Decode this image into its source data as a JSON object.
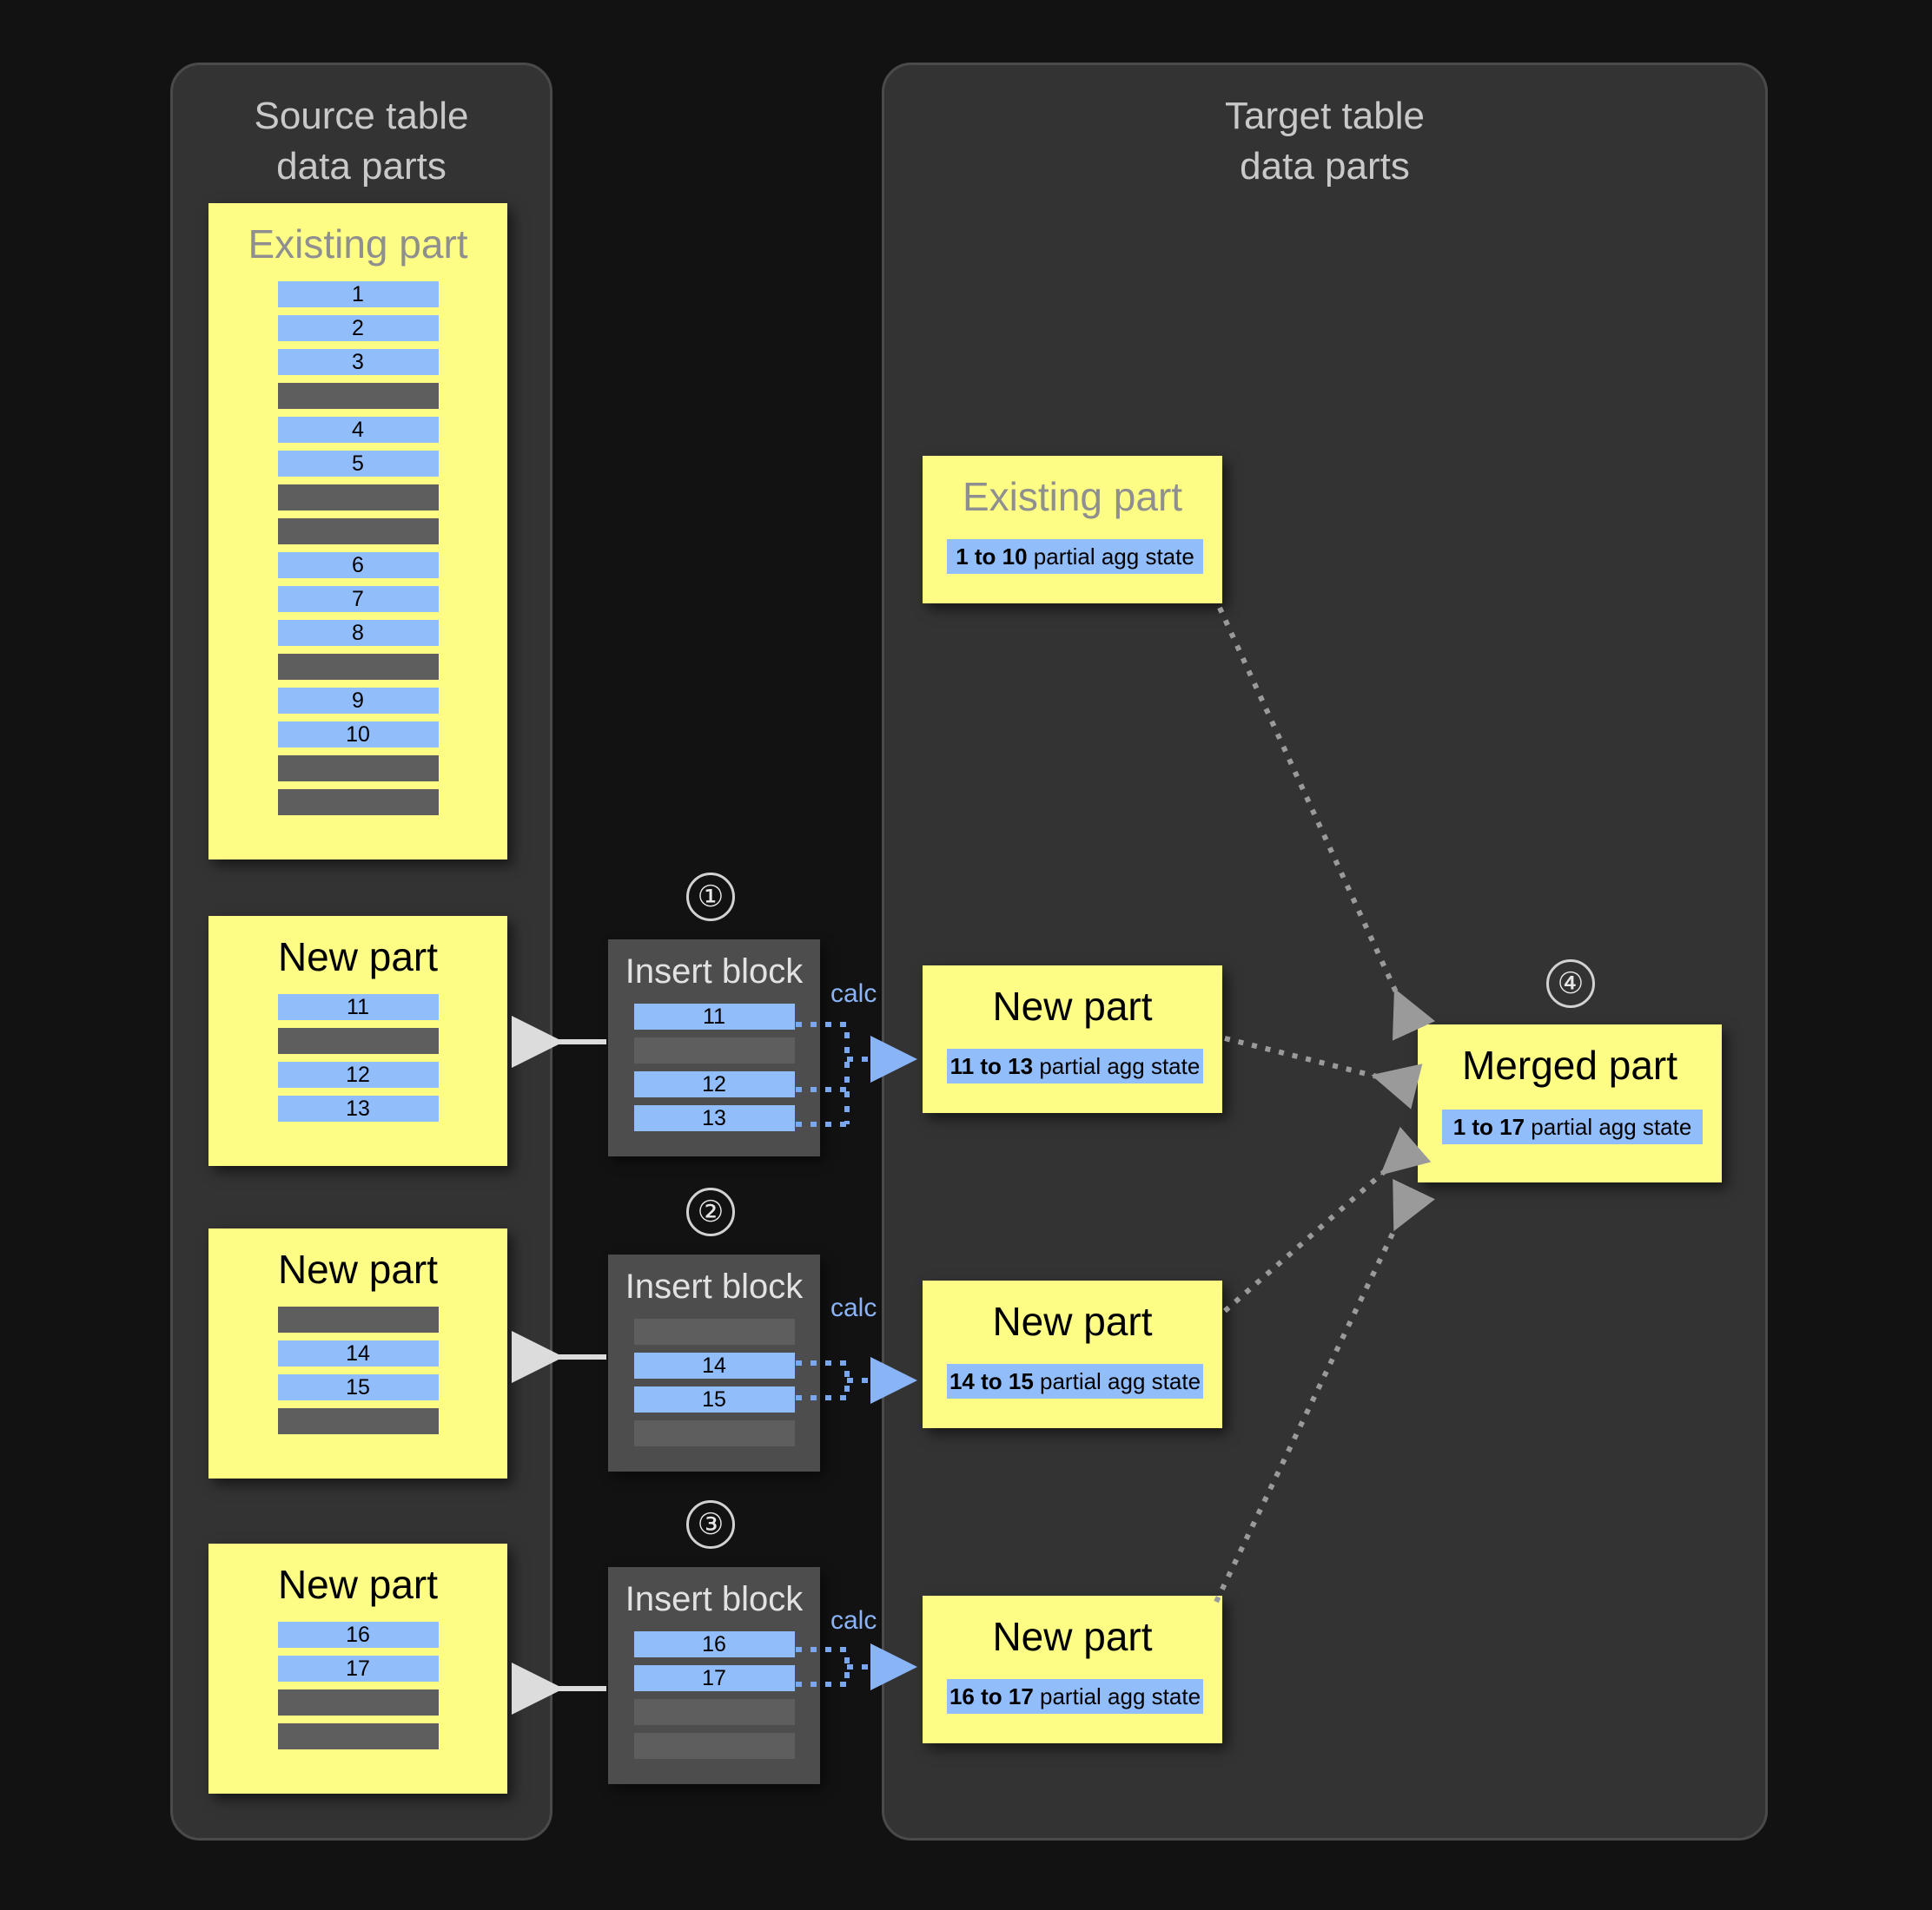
{
  "source_panel": {
    "title": "Source table\ndata parts",
    "existing_part": {
      "title": "Existing part",
      "rows": [
        "1",
        "2",
        "3",
        "",
        "4",
        "5",
        "",
        "",
        "6",
        "7",
        "8",
        "",
        "9",
        "10",
        "",
        ""
      ]
    },
    "new_parts": [
      {
        "title": "New part",
        "rows": [
          "11",
          "",
          "12",
          "13"
        ]
      },
      {
        "title": "New part",
        "rows": [
          "",
          "14",
          "15",
          ""
        ]
      },
      {
        "title": "New part",
        "rows": [
          "16",
          "17",
          "",
          ""
        ]
      }
    ]
  },
  "insert_blocks": [
    {
      "step": "①",
      "title": "Insert block",
      "rows": [
        "11",
        "",
        "12",
        "13"
      ],
      "calc_label": "calc"
    },
    {
      "step": "②",
      "title": "Insert block",
      "rows": [
        "",
        "14",
        "15",
        ""
      ],
      "calc_label": "calc"
    },
    {
      "step": "③",
      "title": "Insert block",
      "rows": [
        "16",
        "17",
        "",
        ""
      ],
      "calc_label": "calc"
    }
  ],
  "target_panel": {
    "title": "Target table\ndata parts",
    "existing_part": {
      "title": "Existing part",
      "agg_range": "1 to 10",
      "agg_suffix": "partial agg state"
    },
    "new_parts": [
      {
        "title": "New part",
        "agg_range": "11 to 13",
        "agg_suffix": "partial agg state"
      },
      {
        "title": "New part",
        "agg_range": "14 to 15",
        "agg_suffix": "partial agg state"
      },
      {
        "title": "New part",
        "agg_range": "16 to 17",
        "agg_suffix": "partial agg state"
      }
    ],
    "merged_part": {
      "step": "④",
      "title": "Merged part",
      "agg_range": "1 to 17",
      "agg_suffix": "partial agg state"
    }
  },
  "colors": {
    "background": "#121212",
    "panel": "#333333",
    "part_yellow": "#fdfd86",
    "row_blue": "#92bdfb",
    "row_gray": "#5e5e5e",
    "insert_block": "#4d4d4d",
    "calc_blue": "#8ab4f8",
    "arrow_white": "#dcdcdc",
    "arrow_gray": "#9a9a9a"
  }
}
